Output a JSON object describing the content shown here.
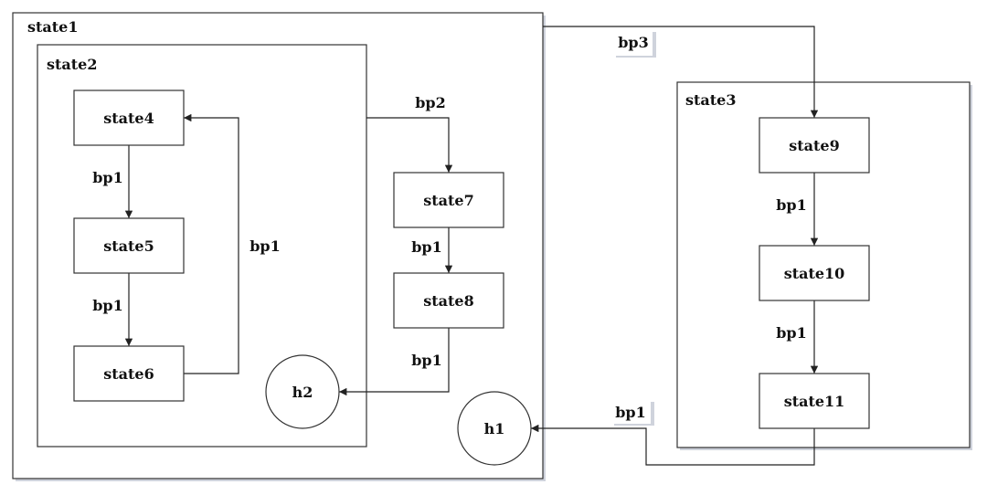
{
  "containers": {
    "state1": "state1",
    "state2": "state2",
    "state3": "state3"
  },
  "nodes": {
    "state4": "state4",
    "state5": "state5",
    "state6": "state6",
    "state7": "state7",
    "state8": "state8",
    "state9": "state9",
    "state10": "state10",
    "state11": "state11",
    "h1": "h1",
    "h2": "h2"
  },
  "edges": {
    "state4_state5": "bp1",
    "state5_state6": "bp1",
    "state6_state4": "bp1",
    "state2_state7": "bp2",
    "state7_state8": "bp1",
    "state8_h2": "bp1",
    "state1_state9": "bp3",
    "state9_state10": "bp1",
    "state10_state11": "bp1",
    "state11_h1": "bp1"
  }
}
